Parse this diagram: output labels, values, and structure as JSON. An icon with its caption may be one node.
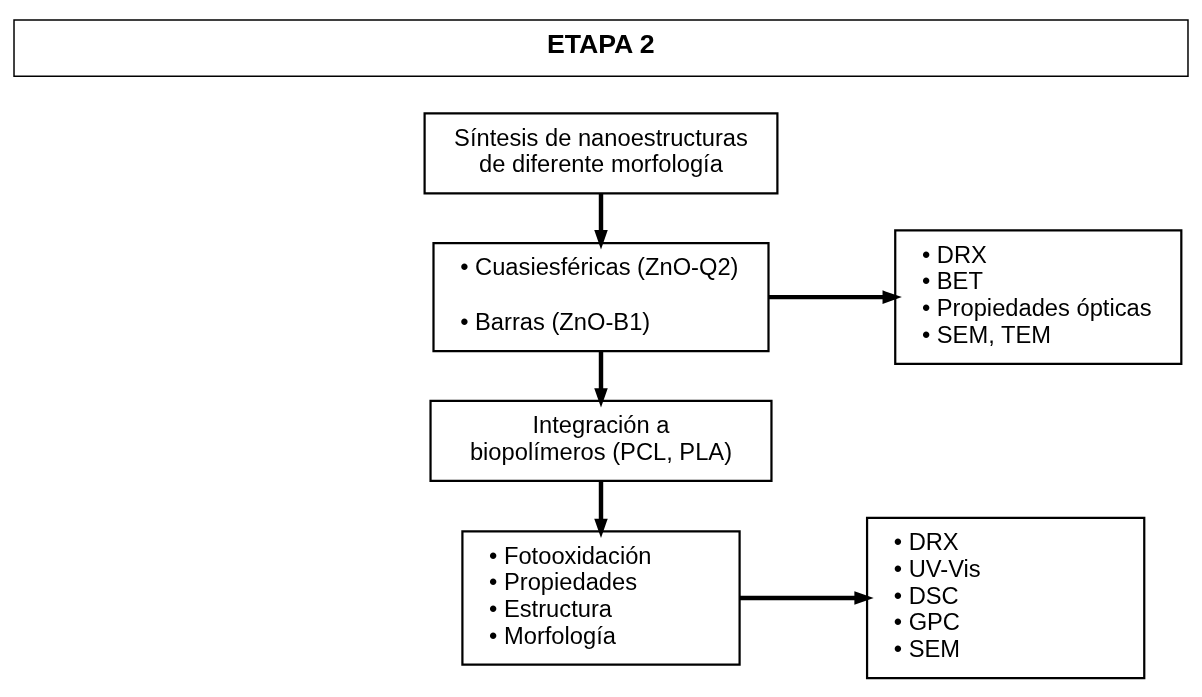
{
  "diagram": {
    "nodes": [
      {
        "text": [
          "ETAPA 2"
        ]
      },
      {
        "text": [
          "Síntesis de nanoestructuras de diferente morfología"
        ]
      },
      {
        "text": [
          "• Cuasiesféricas (ZnO-Q2)",
          "• Barras (ZnO-B1)"
        ]
      },
      {
        "text": [
          "• DRX",
          "• BET",
          "• Propiedades ópticas",
          "• SEM, TEM"
        ]
      },
      {
        "text": [
          "Integración a biopolímeros (PCL, PLA)"
        ]
      },
      {
        "text": [
          "• Fotooxidación",
          "• Propiedades",
          "• Estructura",
          "• Morfología"
        ]
      },
      {
        "text": [
          "• DRX",
          "• UV-Vis",
          "• DSC",
          "• GPC",
          "• SEM"
        ]
      }
    ],
    "edges": [
      {
        "from": 1,
        "to": 2,
        "arrow": "to"
      },
      {
        "from": 2,
        "to": 3,
        "arrow": "to"
      },
      {
        "from": 2,
        "to": 4,
        "arrow": "to"
      },
      {
        "from": 4,
        "to": 5,
        "arrow": "to"
      },
      {
        "from": 5,
        "to": 6,
        "arrow": "to"
      }
    ]
  }
}
